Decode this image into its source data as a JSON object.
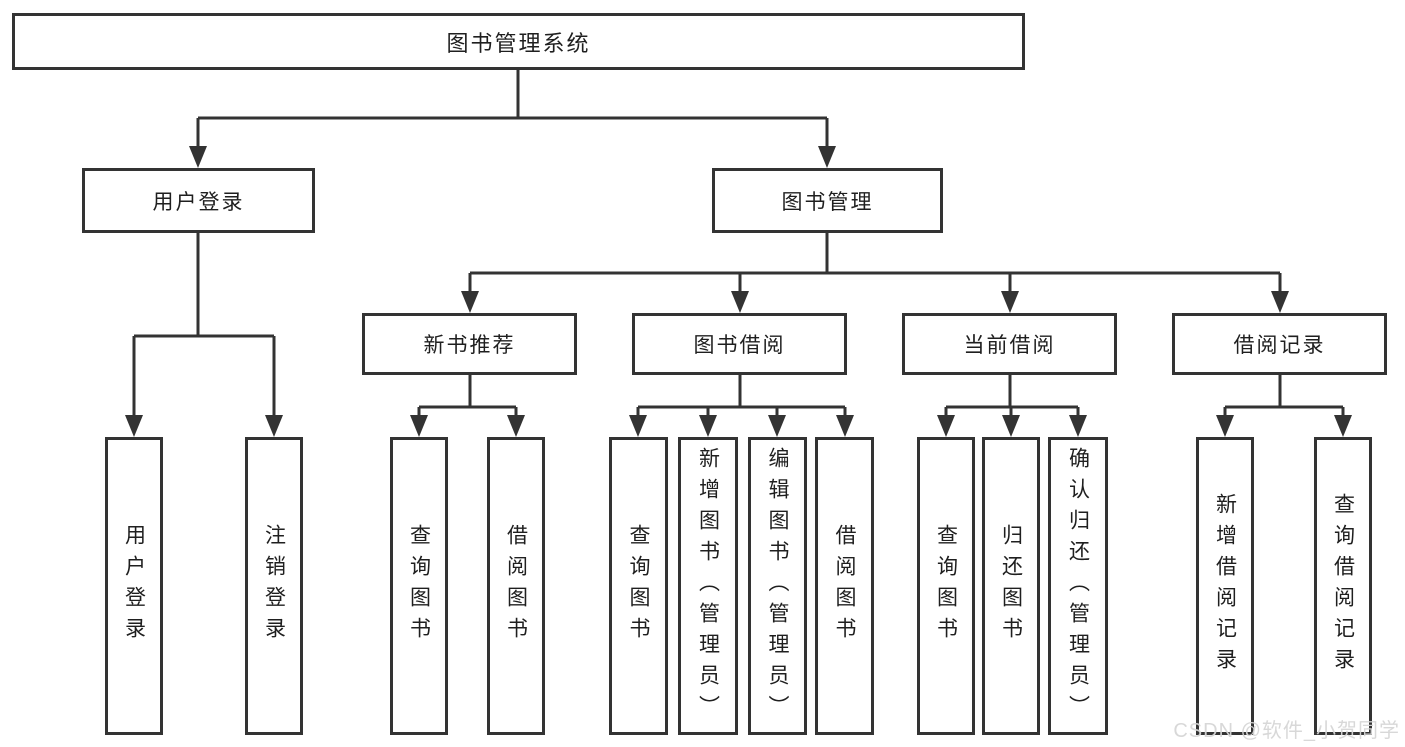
{
  "diagram": {
    "root": "图书管理系统",
    "level2": {
      "user_login": "用户登录",
      "book_management": "图书管理"
    },
    "level3": {
      "new_book_recommend": "新书推荐",
      "book_borrowing": "图书借阅",
      "current_borrowing": "当前借阅",
      "borrowing_records": "借阅记录"
    },
    "leaves": {
      "user_login": "用户登录",
      "logout": "注销登录",
      "recommend_query_books": "查询图书",
      "recommend_borrow_books": "借阅图书",
      "borrow_query_books": "查询图书",
      "borrow_add_book_admin": "新增图书（管理员）",
      "borrow_edit_book_admin": "编辑图书（管理员）",
      "borrow_borrow_books": "借阅图书",
      "current_query_books": "查询图书",
      "current_return_book": "归还图书",
      "current_confirm_return_admin": "确认归还（管理员）",
      "records_add_record": "新增借阅记录",
      "records_query_record": "查询借阅记录"
    }
  },
  "colors": {
    "line": "#333333",
    "box_border": "#333333",
    "text": "#1f1f1f",
    "background": "#ffffff",
    "watermark_text": "#d6d6d6"
  },
  "watermark": "CSDN @软件_小贺同学"
}
